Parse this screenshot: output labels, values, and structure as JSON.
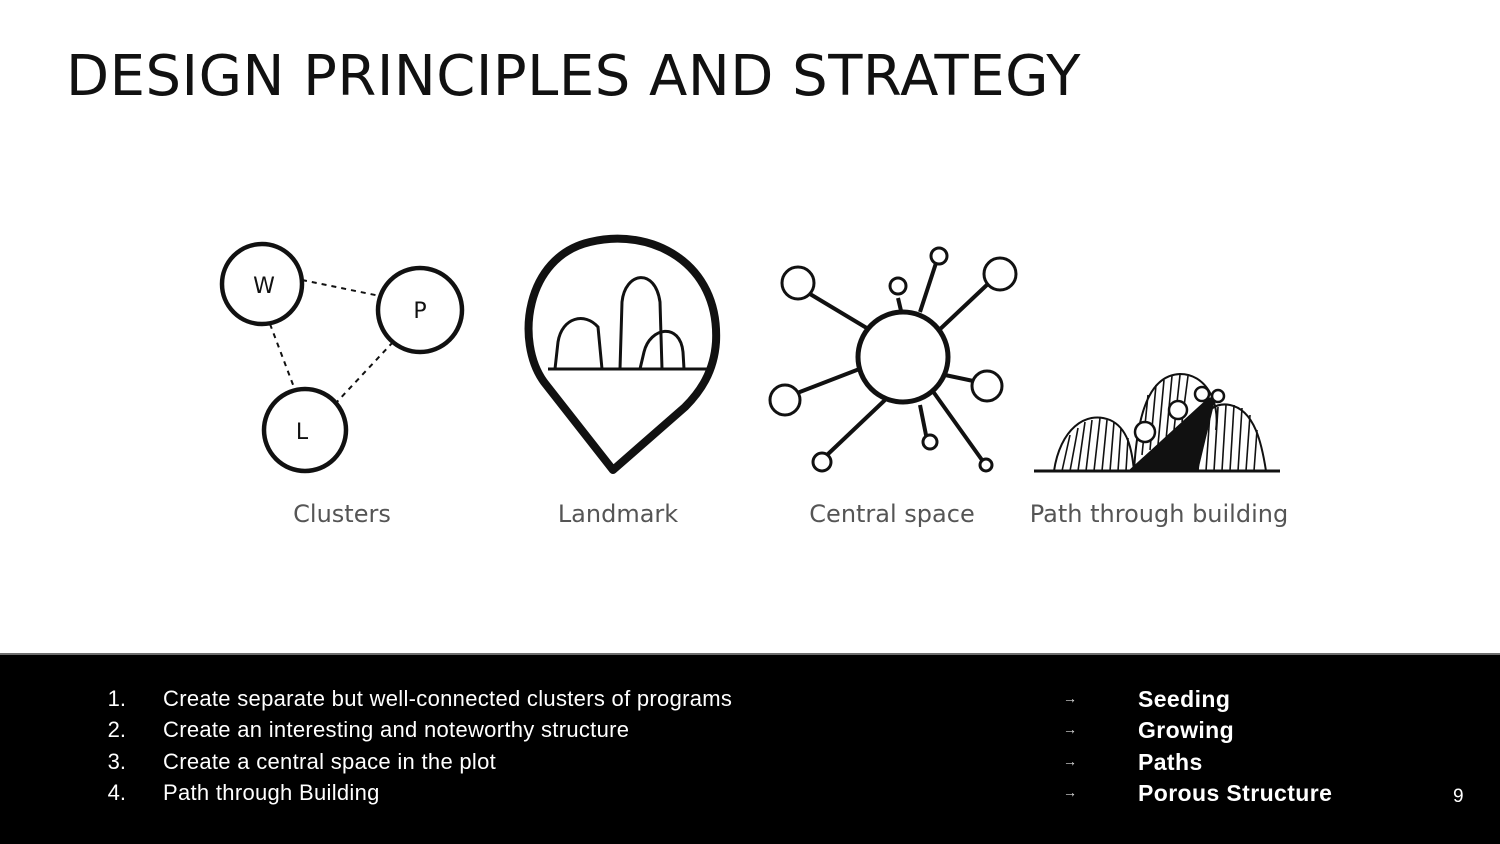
{
  "slide": {
    "title": "DESIGN PRINCIPLES AND STRATEGY",
    "page_number": "9"
  },
  "sketches": [
    {
      "caption": "Clusters",
      "icon": "clusters-sketch",
      "node_labels": [
        "W",
        "P",
        "L"
      ]
    },
    {
      "caption": "Landmark",
      "icon": "landmark-pin-sketch"
    },
    {
      "caption": "Central space",
      "icon": "central-space-sketch"
    },
    {
      "caption": "Path through building",
      "icon": "path-through-building-sketch"
    }
  ],
  "principles": [
    {
      "number": "1.",
      "text": "Create separate but well-connected clusters of programs",
      "arrow": "→",
      "strategy": "Seeding"
    },
    {
      "number": "2.",
      "text": "Create an interesting and noteworthy structure",
      "arrow": "→",
      "strategy": "Growing"
    },
    {
      "number": "3.",
      "text": "Create a central space in the plot",
      "arrow": "→",
      "strategy": "Paths"
    },
    {
      "number": "4.",
      "text": "Path through Building",
      "arrow": "→",
      "strategy": "Porous Structure"
    }
  ],
  "colors": {
    "band": "#000000",
    "band_text": "#ffffff",
    "caption": "#555555"
  }
}
